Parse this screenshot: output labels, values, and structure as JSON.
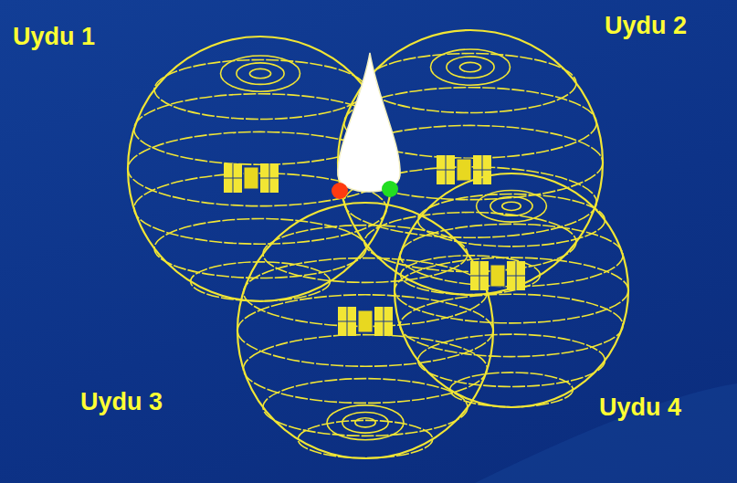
{
  "diagram": {
    "labels": [
      "Uydu 1",
      "Uydu 2",
      "Uydu 3",
      "Uydu 4"
    ]
  }
}
